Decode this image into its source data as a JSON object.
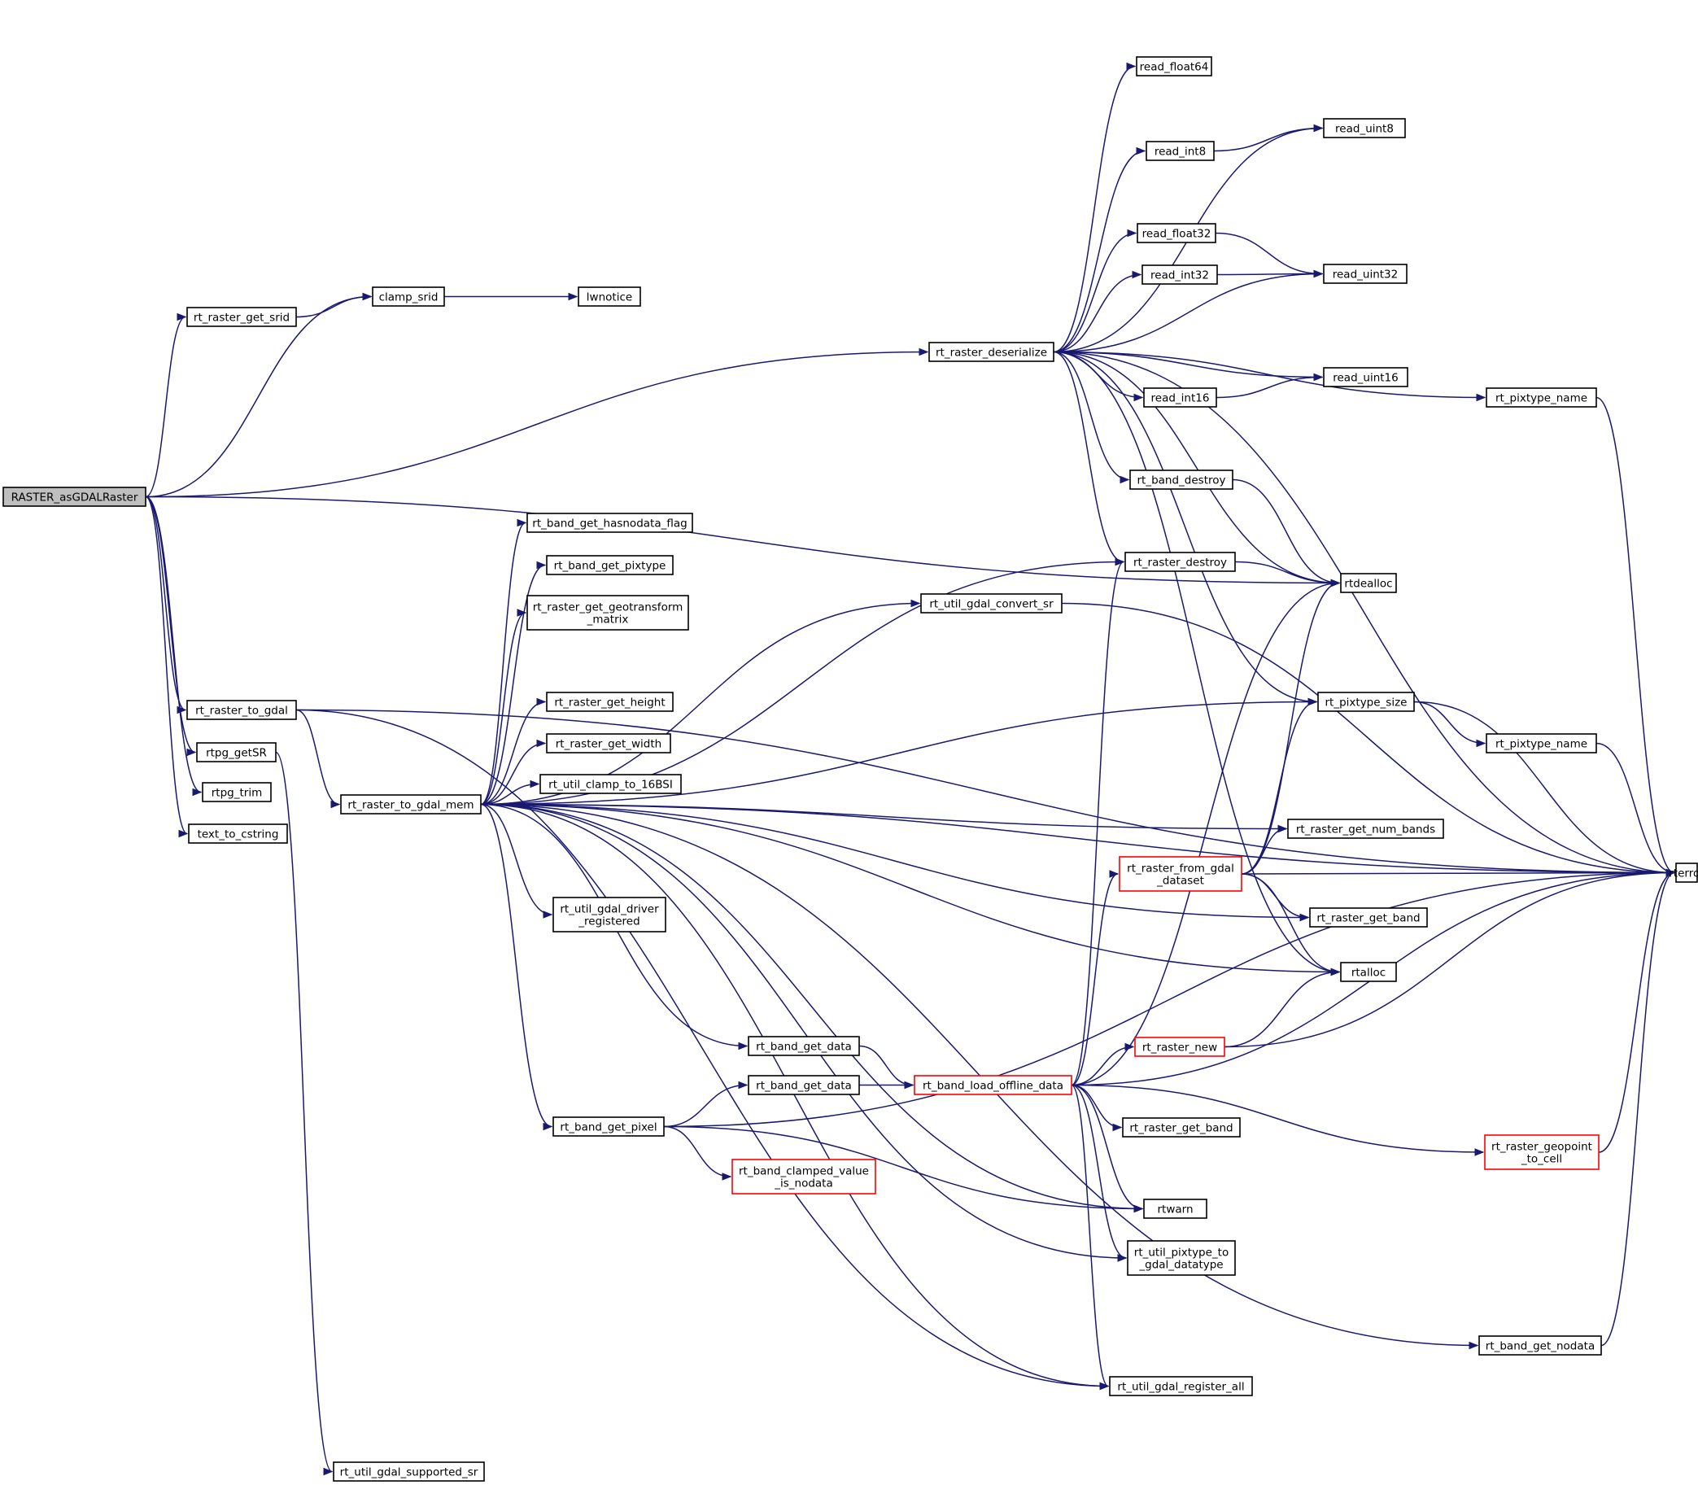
{
  "diagram": {
    "colors": {
      "edge": "#191970",
      "node_border": "#000000",
      "node_border_truncated": "#ff0000",
      "root_fill": "#bfbfbf"
    },
    "nodes": [
      {
        "id": "root",
        "lines": [
          "RASTER_asGDALRaster"
        ],
        "kind": "root"
      },
      {
        "id": "rt_raster_get_srid",
        "lines": [
          "rt_raster_get_srid"
        ]
      },
      {
        "id": "clamp_srid",
        "lines": [
          "clamp_srid"
        ]
      },
      {
        "id": "lwnotice",
        "lines": [
          "lwnotice"
        ]
      },
      {
        "id": "rt_raster_deserialize",
        "lines": [
          "rt_raster_deserialize"
        ]
      },
      {
        "id": "read_float64",
        "lines": [
          "read_float64"
        ]
      },
      {
        "id": "read_uint8",
        "lines": [
          "read_uint8"
        ]
      },
      {
        "id": "read_int8",
        "lines": [
          "read_int8"
        ]
      },
      {
        "id": "read_float32",
        "lines": [
          "read_float32"
        ]
      },
      {
        "id": "read_uint32",
        "lines": [
          "read_uint32"
        ]
      },
      {
        "id": "read_int32",
        "lines": [
          "read_int32"
        ]
      },
      {
        "id": "read_uint16",
        "lines": [
          "read_uint16"
        ]
      },
      {
        "id": "read_int16",
        "lines": [
          "read_int16"
        ]
      },
      {
        "id": "rt_pixtype_name_a",
        "lines": [
          "rt_pixtype_name"
        ]
      },
      {
        "id": "rt_band_destroy",
        "lines": [
          "rt_band_destroy"
        ]
      },
      {
        "id": "rt_raster_destroy",
        "lines": [
          "rt_raster_destroy"
        ]
      },
      {
        "id": "rtdealloc",
        "lines": [
          "rtdealloc"
        ]
      },
      {
        "id": "rt_band_get_hasnodata_flag",
        "lines": [
          "rt_band_get_hasnodata_flag"
        ]
      },
      {
        "id": "rt_band_get_pixtype",
        "lines": [
          "rt_band_get_pixtype"
        ]
      },
      {
        "id": "rt_raster_get_geotransform_matrix",
        "lines": [
          "rt_raster_get_geotransform",
          "_matrix"
        ]
      },
      {
        "id": "rt_util_gdal_convert_sr",
        "lines": [
          "rt_util_gdal_convert_sr"
        ]
      },
      {
        "id": "rt_raster_to_gdal",
        "lines": [
          "rt_raster_to_gdal"
        ]
      },
      {
        "id": "rt_raster_get_height",
        "lines": [
          "rt_raster_get_height"
        ]
      },
      {
        "id": "rt_pixtype_size",
        "lines": [
          "rt_pixtype_size"
        ]
      },
      {
        "id": "rtpg_getSR",
        "lines": [
          "rtpg_getSR"
        ]
      },
      {
        "id": "rt_raster_get_width",
        "lines": [
          "rt_raster_get_width"
        ]
      },
      {
        "id": "rt_pixtype_name_b",
        "lines": [
          "rt_pixtype_name"
        ]
      },
      {
        "id": "rtpg_trim",
        "lines": [
          "rtpg_trim"
        ]
      },
      {
        "id": "rt_util_clamp_to_16BSI",
        "lines": [
          "rt_util_clamp_to_16BSI"
        ]
      },
      {
        "id": "rt_raster_to_gdal_mem",
        "lines": [
          "rt_raster_to_gdal_mem"
        ]
      },
      {
        "id": "text_to_cstring",
        "lines": [
          "text_to_cstring"
        ]
      },
      {
        "id": "rt_raster_get_num_bands",
        "lines": [
          "rt_raster_get_num_bands"
        ]
      },
      {
        "id": "rt_raster_from_gdal_dataset",
        "lines": [
          "rt_raster_from_gdal",
          "_dataset"
        ],
        "kind": "red"
      },
      {
        "id": "rterror",
        "lines": [
          "rterror"
        ]
      },
      {
        "id": "rt_util_gdal_driver_registered",
        "lines": [
          "rt_util_gdal_driver",
          "_registered"
        ]
      },
      {
        "id": "rt_raster_get_band_a",
        "lines": [
          "rt_raster_get_band"
        ]
      },
      {
        "id": "rtalloc",
        "lines": [
          "rtalloc"
        ]
      },
      {
        "id": "rt_band_get_data_a",
        "lines": [
          "rt_band_get_data"
        ]
      },
      {
        "id": "rt_raster_new",
        "lines": [
          "rt_raster_new"
        ],
        "kind": "red"
      },
      {
        "id": "rt_band_get_data_b",
        "lines": [
          "rt_band_get_data"
        ]
      },
      {
        "id": "rt_band_load_offline_data",
        "lines": [
          "rt_band_load_offline_data"
        ],
        "kind": "red"
      },
      {
        "id": "rt_band_get_pixel",
        "lines": [
          "rt_band_get_pixel"
        ]
      },
      {
        "id": "rt_raster_get_band_b",
        "lines": [
          "rt_raster_get_band"
        ]
      },
      {
        "id": "rt_raster_geopoint_to_cell",
        "lines": [
          "rt_raster_geopoint",
          "_to_cell"
        ],
        "kind": "red"
      },
      {
        "id": "rt_band_clamped_value_is_nodata",
        "lines": [
          "rt_band_clamped_value",
          "_is_nodata"
        ],
        "kind": "red"
      },
      {
        "id": "rtwarn",
        "lines": [
          "rtwarn"
        ]
      },
      {
        "id": "rt_util_pixtype_to_gdal_datatype",
        "lines": [
          "rt_util_pixtype_to",
          "_gdal_datatype"
        ]
      },
      {
        "id": "rt_band_get_nodata",
        "lines": [
          "rt_band_get_nodata"
        ]
      },
      {
        "id": "rt_util_gdal_register_all",
        "lines": [
          "rt_util_gdal_register_all"
        ]
      },
      {
        "id": "rt_util_gdal_supported_sr",
        "lines": [
          "rt_util_gdal_supported_sr"
        ]
      }
    ],
    "edges": [
      [
        "root",
        "rt_raster_get_srid"
      ],
      [
        "root",
        "clamp_srid"
      ],
      [
        "root",
        "rt_raster_deserialize"
      ],
      [
        "root",
        "rtdealloc"
      ],
      [
        "root",
        "rt_raster_to_gdal"
      ],
      [
        "root",
        "rtpg_getSR"
      ],
      [
        "root",
        "rtpg_trim"
      ],
      [
        "root",
        "text_to_cstring"
      ],
      [
        "rt_raster_get_srid",
        "clamp_srid"
      ],
      [
        "clamp_srid",
        "lwnotice"
      ],
      [
        "rt_raster_deserialize",
        "read_float64"
      ],
      [
        "rt_raster_deserialize",
        "read_uint8"
      ],
      [
        "rt_raster_deserialize",
        "read_int8"
      ],
      [
        "rt_raster_deserialize",
        "read_float32"
      ],
      [
        "rt_raster_deserialize",
        "read_int32"
      ],
      [
        "rt_raster_deserialize",
        "read_uint32"
      ],
      [
        "rt_raster_deserialize",
        "read_uint16"
      ],
      [
        "rt_raster_deserialize",
        "read_int16"
      ],
      [
        "rt_raster_deserialize",
        "rt_pixtype_name_a"
      ],
      [
        "rt_raster_deserialize",
        "rterror"
      ],
      [
        "rt_raster_deserialize",
        "rt_band_destroy"
      ],
      [
        "rt_raster_deserialize",
        "rt_raster_destroy"
      ],
      [
        "rt_raster_deserialize",
        "rtdealloc"
      ],
      [
        "rt_raster_deserialize",
        "rt_pixtype_size"
      ],
      [
        "rt_raster_deserialize",
        "rtalloc"
      ],
      [
        "read_int8",
        "read_uint8"
      ],
      [
        "read_float32",
        "read_uint32"
      ],
      [
        "read_int32",
        "read_uint32"
      ],
      [
        "read_int16",
        "read_uint16"
      ],
      [
        "rt_band_destroy",
        "rtdealloc"
      ],
      [
        "rt_raster_destroy",
        "rtdealloc"
      ],
      [
        "rt_pixtype_name_a",
        "rterror"
      ],
      [
        "rt_raster_to_gdal",
        "rt_raster_to_gdal_mem"
      ],
      [
        "rt_raster_to_gdal",
        "rterror"
      ],
      [
        "rt_raster_to_gdal",
        "rt_util_gdal_register_all"
      ],
      [
        "rtpg_getSR",
        "rt_util_gdal_supported_sr"
      ],
      [
        "rt_raster_to_gdal_mem",
        "rt_raster_destroy"
      ],
      [
        "rt_raster_to_gdal_mem",
        "rt_util_gdal_convert_sr"
      ],
      [
        "rt_raster_to_gdal_mem",
        "rt_band_get_hasnodata_flag"
      ],
      [
        "rt_raster_to_gdal_mem",
        "rt_band_get_pixtype"
      ],
      [
        "rt_raster_to_gdal_mem",
        "rt_raster_get_geotransform_matrix"
      ],
      [
        "rt_raster_to_gdal_mem",
        "rt_pixtype_size"
      ],
      [
        "rt_raster_to_gdal_mem",
        "rt_raster_get_height"
      ],
      [
        "rt_raster_to_gdal_mem",
        "rt_raster_get_width"
      ],
      [
        "rt_raster_to_gdal_mem",
        "rt_util_clamp_to_16BSI"
      ],
      [
        "rt_raster_to_gdal_mem",
        "rterror"
      ],
      [
        "rt_raster_to_gdal_mem",
        "rt_raster_get_num_bands"
      ],
      [
        "rt_raster_to_gdal_mem",
        "rt_util_gdal_driver_registered"
      ],
      [
        "rt_raster_to_gdal_mem",
        "rtalloc"
      ],
      [
        "rt_raster_to_gdal_mem",
        "rt_raster_get_band_a"
      ],
      [
        "rt_raster_to_gdal_mem",
        "rt_band_get_data_a"
      ],
      [
        "rt_raster_to_gdal_mem",
        "rt_band_get_pixel"
      ],
      [
        "rt_raster_to_gdal_mem",
        "rtwarn"
      ],
      [
        "rt_raster_to_gdal_mem",
        "rt_util_pixtype_to_gdal_datatype"
      ],
      [
        "rt_raster_to_gdal_mem",
        "rt_band_get_nodata"
      ],
      [
        "rt_raster_to_gdal_mem",
        "rt_util_gdal_register_all"
      ],
      [
        "rt_util_gdal_convert_sr",
        "rterror"
      ],
      [
        "rt_pixtype_size",
        "rterror"
      ],
      [
        "rt_pixtype_size",
        "rt_pixtype_name_b"
      ],
      [
        "rt_pixtype_name_b",
        "rterror"
      ],
      [
        "rt_raster_from_gdal_dataset",
        "rtdealloc"
      ],
      [
        "rt_raster_from_gdal_dataset",
        "rt_pixtype_size"
      ],
      [
        "rt_raster_from_gdal_dataset",
        "rt_raster_get_num_bands"
      ],
      [
        "rt_raster_from_gdal_dataset",
        "rterror"
      ],
      [
        "rt_raster_from_gdal_dataset",
        "rt_raster_get_band_a"
      ],
      [
        "rt_raster_from_gdal_dataset",
        "rtalloc"
      ],
      [
        "rt_raster_new",
        "rtalloc"
      ],
      [
        "rt_raster_new",
        "rterror"
      ],
      [
        "rt_band_get_data_a",
        "rt_band_load_offline_data"
      ],
      [
        "rt_band_get_data_b",
        "rt_band_load_offline_data"
      ],
      [
        "rt_band_load_offline_data",
        "rt_raster_destroy"
      ],
      [
        "rt_band_load_offline_data",
        "rtdealloc"
      ],
      [
        "rt_band_load_offline_data",
        "rt_raster_from_gdal_dataset"
      ],
      [
        "rt_band_load_offline_data",
        "rt_raster_new"
      ],
      [
        "rt_band_load_offline_data",
        "rterror"
      ],
      [
        "rt_band_load_offline_data",
        "rt_raster_get_band_b"
      ],
      [
        "rt_band_load_offline_data",
        "rt_raster_geopoint_to_cell"
      ],
      [
        "rt_band_load_offline_data",
        "rtwarn"
      ],
      [
        "rt_band_load_offline_data",
        "rt_util_pixtype_to_gdal_datatype"
      ],
      [
        "rt_band_load_offline_data",
        "rt_util_gdal_register_all"
      ],
      [
        "rt_raster_geopoint_to_cell",
        "rterror"
      ],
      [
        "rt_band_get_pixel",
        "rt_band_get_data_b"
      ],
      [
        "rt_band_get_pixel",
        "rt_band_clamped_value_is_nodata"
      ],
      [
        "rt_band_get_pixel",
        "rtwarn"
      ],
      [
        "rt_band_get_pixel",
        "rterror"
      ],
      [
        "rt_band_get_nodata",
        "rterror"
      ]
    ]
  }
}
